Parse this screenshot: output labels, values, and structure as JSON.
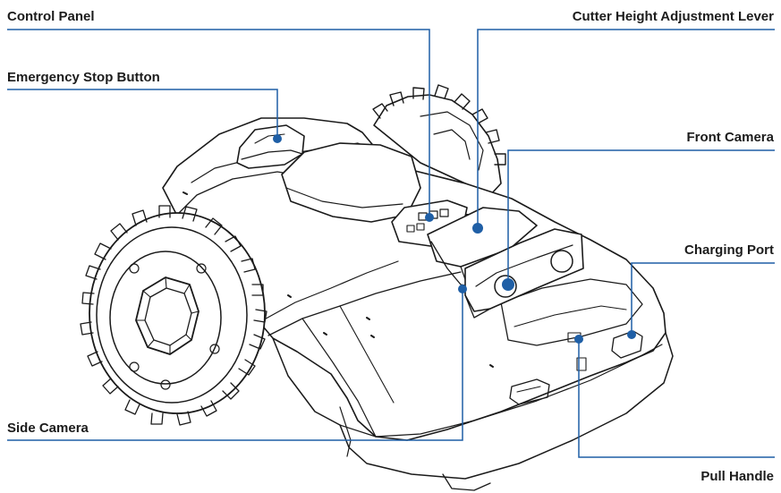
{
  "labels": {
    "control_panel": "Control Panel",
    "emergency_stop": "Emergency Stop Button",
    "side_camera": "Side Camera",
    "cutter_height": "Cutter Height Adjustment Lever",
    "front_camera": "Front Camera",
    "charging_port": "Charging Port",
    "pull_handle": "Pull Handle"
  },
  "colors": {
    "leader_line": "#1f5fa6",
    "marker_dot": "#1f5fa6",
    "outline": "#1a1a1a",
    "label_text": "#1c1c1c",
    "background": "#ffffff"
  }
}
